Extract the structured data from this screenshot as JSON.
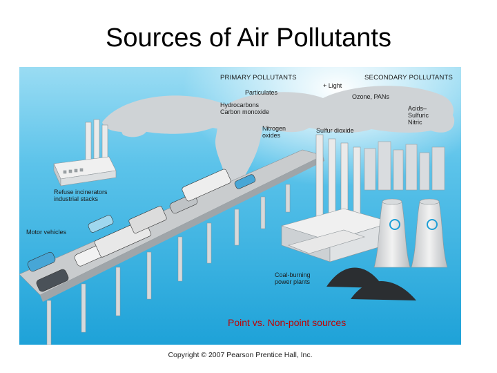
{
  "slide": {
    "title": "Sources of Air Pollutants",
    "copyright": "Copyright © 2007 Pearson Prentice Hall, Inc."
  },
  "diagram": {
    "headers": {
      "primary": "PRIMARY POLLUTANTS",
      "secondary": "SECONDARY POLLUTANTS"
    },
    "pollutants": {
      "light": "+ Light",
      "particulates": "Particulates",
      "hydrocarbons": "Hydrocarbons",
      "carbon_monoxide": "Carbon monoxide",
      "nitrogen": "Nitrogen",
      "oxides": "oxides",
      "sulfur_dioxide": "Sulfur dioxide",
      "ozone": "Ozone, PANs",
      "acids": "Acids–",
      "sulfuric": "Sulfuric",
      "nitric": "Nitric"
    },
    "sources": {
      "refuse_1": "Refuse incinerators",
      "refuse_2": "industrial stacks",
      "motor_vehicles": "Motor vehicles",
      "coal_1": "Coal-burning",
      "coal_2": "power plants"
    },
    "caption": "Point vs. Non-point sources",
    "colors": {
      "water": "#3fb6e3",
      "sky_top": "#7fd0ee",
      "smoke": "#cfd3d6",
      "building": "#e7e7e7",
      "caption": "#c00000"
    }
  }
}
